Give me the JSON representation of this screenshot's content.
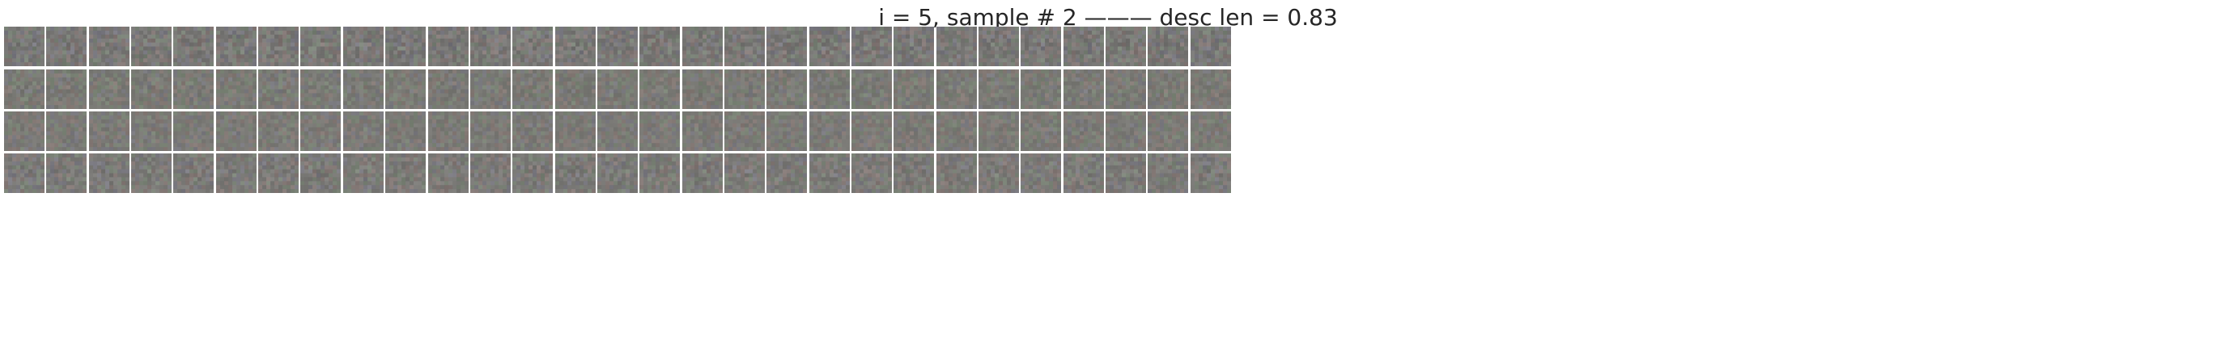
{
  "figure": {
    "title": "i = 5, sample # 2 ——— desc len = 0.83"
  },
  "grid": {
    "rows": 4,
    "cols": 29,
    "row_noise_styles": [
      {
        "base": "#787672",
        "contrast": 0.42,
        "tint": "#8a6f5a"
      },
      {
        "base": "#7b7a70",
        "contrast": 0.3,
        "tint": "#6f7d5f"
      },
      {
        "base": "#7c7b72",
        "contrast": 0.26,
        "tint": "#7a7088"
      },
      {
        "base": "#7d7a74",
        "contrast": 0.38,
        "tint": "#8a6a6a"
      }
    ]
  }
}
